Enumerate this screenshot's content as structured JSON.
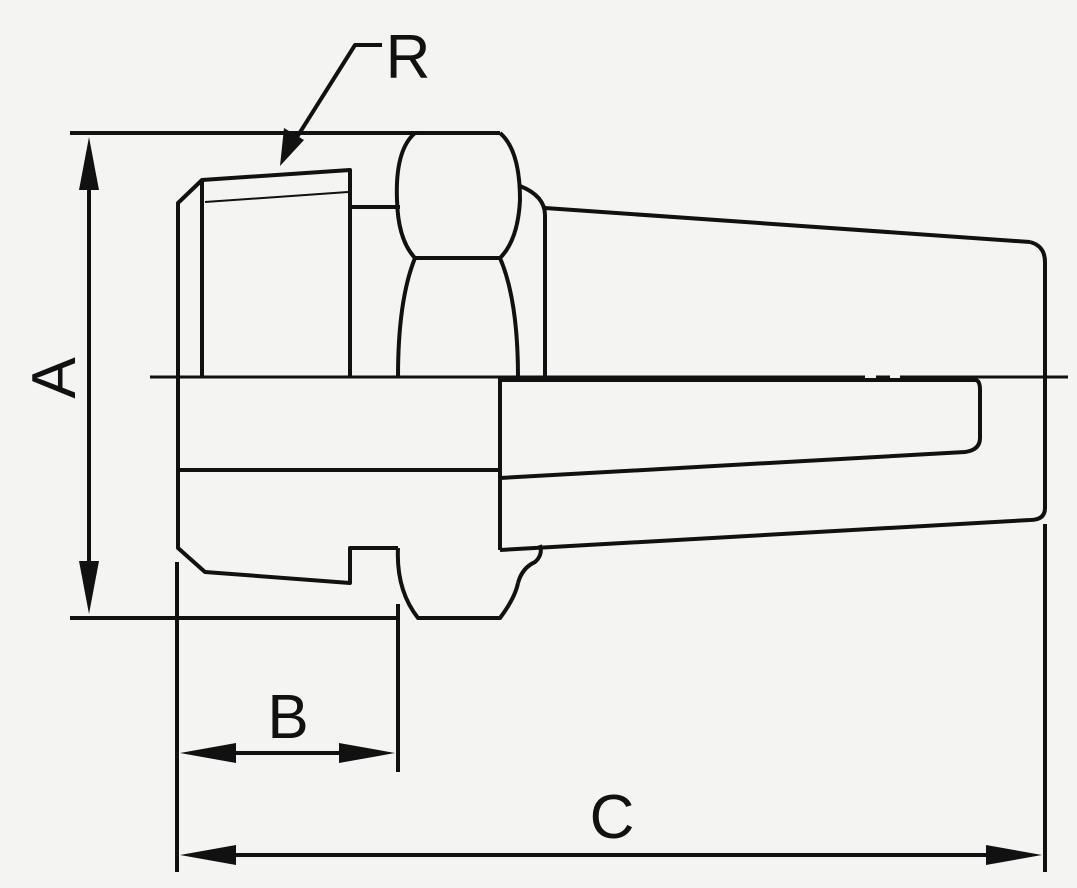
{
  "labels": {
    "R": "R",
    "A": "A",
    "B": "B",
    "C": "C"
  },
  "colors": {
    "line": "#111111",
    "background": "#f4f4f2"
  }
}
